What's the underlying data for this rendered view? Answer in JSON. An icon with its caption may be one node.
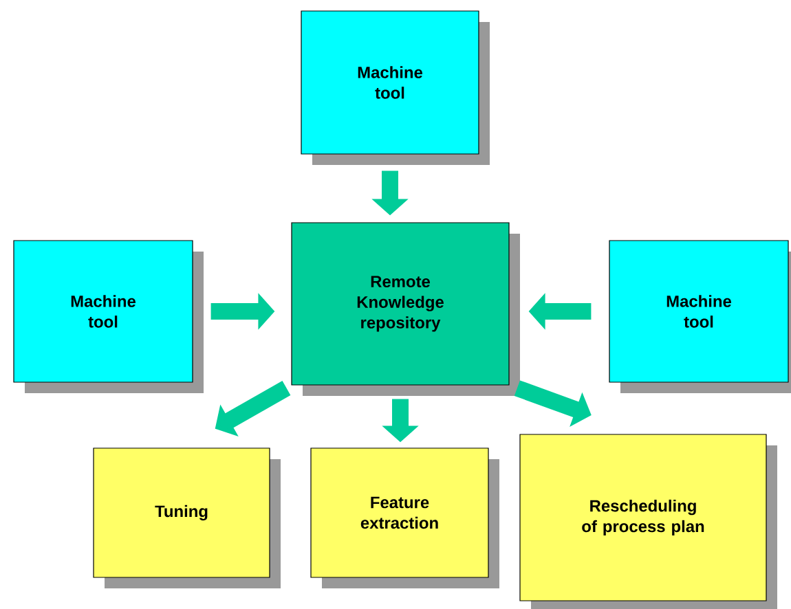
{
  "diagram": {
    "nodes": [
      {
        "text": [
          "Remote Knowledge repository"
        ]
      },
      {
        "text": [
          "Machine tool"
        ]
      },
      {
        "text": [
          "Machine tool"
        ]
      },
      {
        "text": [
          "Machine tool"
        ]
      },
      {
        "text": [
          "Tuning"
        ]
      },
      {
        "text": [
          "Feature extraction"
        ]
      },
      {
        "text": [
          "Rescheduling of process plan"
        ]
      }
    ],
    "edges": [
      {
        "from": 1,
        "to": 0,
        "arrow": "to"
      },
      {
        "from": 2,
        "to": 0,
        "arrow": "to"
      },
      {
        "from": 3,
        "to": 0,
        "arrow": "to"
      },
      {
        "from": 0,
        "to": 4,
        "arrow": "to"
      },
      {
        "from": 0,
        "to": 5,
        "arrow": "to"
      },
      {
        "from": 0,
        "to": 6,
        "arrow": "to"
      }
    ]
  }
}
